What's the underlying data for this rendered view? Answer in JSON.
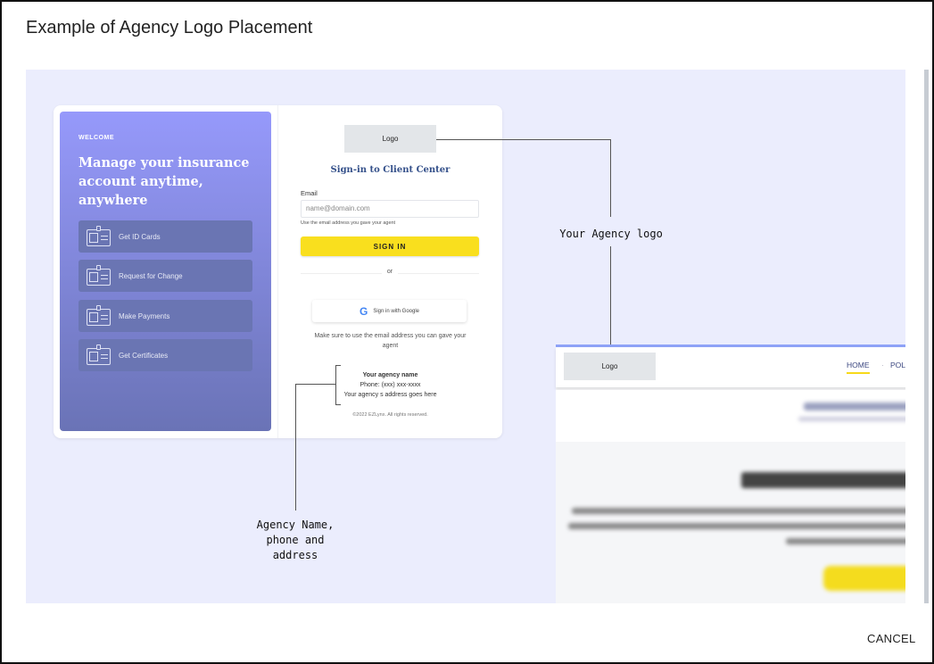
{
  "dialog": {
    "title": "Example of Agency Logo Placement",
    "cancel_label": "CANCEL"
  },
  "login_card": {
    "welcome": "WELCOME",
    "headline": "Manage your insurance account anytime, anywhere",
    "features": [
      {
        "label": "Get ID Cards",
        "icon": "id-card-icon"
      },
      {
        "label": "Request for Change",
        "icon": "id-card-icon"
      },
      {
        "label": "Make Payments",
        "icon": "id-card-icon"
      },
      {
        "label": "Get Certificates",
        "icon": "id-card-icon"
      }
    ],
    "logo": "Logo",
    "sign_in_title": "Sign-in to Client Center",
    "email_label": "Email",
    "email_placeholder": "name@domain.com",
    "email_hint": "Use the email address you gave your agent",
    "sign_in_button": "SIGN IN",
    "or": "or",
    "google_button": "Sign in with Google",
    "note": "Make sure to use the email address you can gave your agent",
    "agency_name": "Your agency name",
    "agency_phone": "Phone: (xxx) xxx-xxxx",
    "agency_address": "Your agency s address goes here",
    "copyright": "©2022 EZLynx. All rights reserved."
  },
  "callouts": {
    "logo": "Your Agency logo",
    "agency": "Agency Name,\nphone and\naddress"
  },
  "preview": {
    "logo": "Logo",
    "nav": [
      "HOME",
      "POL"
    ]
  },
  "colors": {
    "accent_yellow": "#f9df1e",
    "panel_top": "#9699fb",
    "panel_bottom": "#6a73b6",
    "title_blue": "#34508a",
    "canvas": "#ebedfd"
  }
}
